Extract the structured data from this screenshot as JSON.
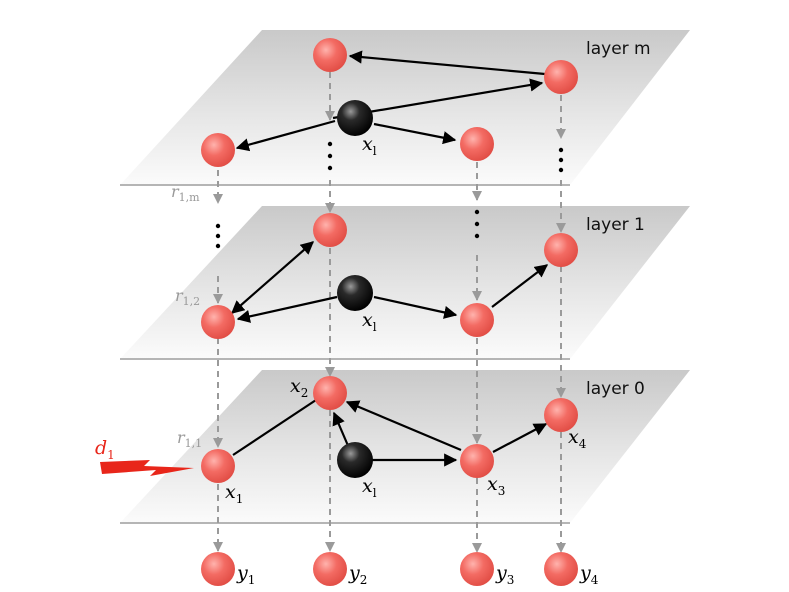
{
  "layers": [
    {
      "label": "layer m"
    },
    {
      "label": "layer 1"
    },
    {
      "label": "layer 0"
    }
  ],
  "node_labels": {
    "xl_top": {
      "base": "x",
      "sub": "l"
    },
    "xl_mid": {
      "base": "x",
      "sub": "l"
    },
    "xl_bot": {
      "base": "x",
      "sub": "l"
    },
    "x1": {
      "base": "x",
      "sub": "1"
    },
    "x2": {
      "base": "x",
      "sub": "2"
    },
    "x3": {
      "base": "x",
      "sub": "3"
    },
    "x4": {
      "base": "x",
      "sub": "4"
    }
  },
  "outputs": [
    {
      "base": "y",
      "sub": "1"
    },
    {
      "base": "y",
      "sub": "2"
    },
    {
      "base": "y",
      "sub": "3"
    },
    {
      "base": "y",
      "sub": "4"
    }
  ],
  "relays": [
    {
      "base": "r",
      "sub": "1,m"
    },
    {
      "base": "r",
      "sub": "1,2"
    },
    {
      "base": "r",
      "sub": "1,1"
    }
  ],
  "disturbance": {
    "base": "d",
    "sub": "1"
  },
  "colors": {
    "agent": "#f36b63",
    "leader": "#1a1a1a",
    "disturbance": "#e8261a",
    "vertical_link": "#9a9a9a",
    "edge": "#000000"
  }
}
